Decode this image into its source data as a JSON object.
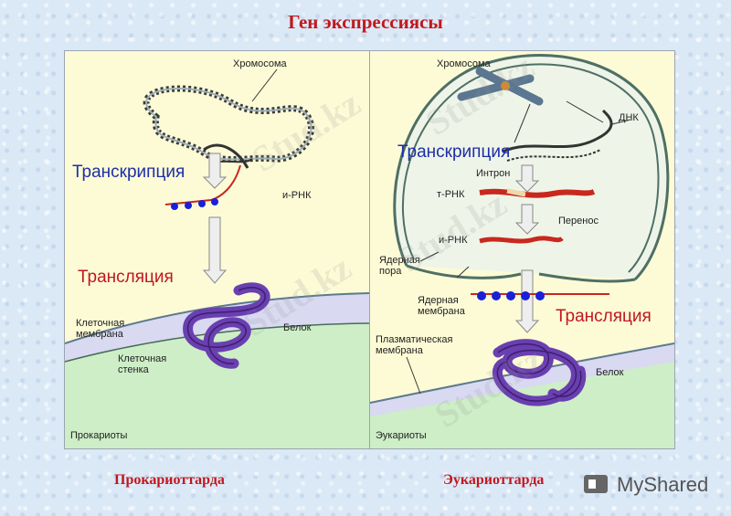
{
  "title": "Ген экспрессиясы",
  "prokaryote": {
    "chromosome": "Хромосома",
    "transcription": "Транскрипция",
    "mrna": "и-РНК",
    "translation": "Трансляция",
    "protein": "Белок",
    "cell_membrane": "Клеточная мембрана",
    "cell_wall": "Клеточная стенка",
    "panel_label": "Прокариоты",
    "caption": "Прокариоттарда"
  },
  "eukaryote": {
    "chromosome": "Хромосома",
    "dna": "ДНК",
    "transcription": "Транскрипция",
    "intron": "Интрон",
    "trna": "т-РНК",
    "transfer": "Перенос",
    "mrna": "и-РНК",
    "nuclear_pore": "Ядерная пора",
    "nuclear_membrane": "Ядерная мембрана",
    "translation": "Трансляция",
    "plasma_membrane": "Плазматическая мембрана",
    "protein": "Белок",
    "panel_label": "Эукариоты",
    "caption": "Эукариоттарда"
  },
  "logo": {
    "text": "MyShared"
  },
  "watermark": "Stud.kz",
  "colors": {
    "title_red": "#c0181e",
    "heading_blue": "#1d2fa8",
    "panel_bg": "#fcfbd6",
    "protein_purple": "#6a3fb0",
    "rna_red": "#c8281e",
    "ribosome_blue": "#1820d8",
    "membrane_green": "#cdeec6",
    "membrane_lavender": "#d9d9f2"
  },
  "icons": [
    "dna-helix-icon",
    "protein-coil-icon",
    "ribosome-icon",
    "myshared-logo-icon"
  ]
}
